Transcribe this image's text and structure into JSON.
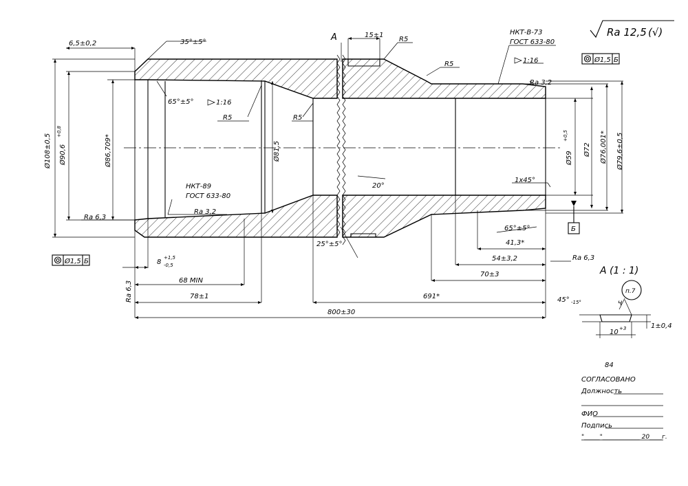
{
  "drawing": {
    "roughness_general": "Ra 12,5",
    "roughness_general_suffix": "(√)",
    "section_mark": "A",
    "detail_title": "A (1 : 1)",
    "item_balloon": "п.7",
    "page_number": "84",
    "colors": {
      "ink": "#000000",
      "paper": "#ffffff"
    }
  },
  "callouts": {
    "thread_right_line1": "НКТ-В-73",
    "thread_right_line2": "ГОСТ 633-80",
    "thread_left_line1": "НКТ-89",
    "thread_left_line2": "ГОСТ 633-80",
    "r5_top": "R5",
    "r5_upper": "R5",
    "r5_left": "R5",
    "r5_mid": "R5",
    "taper_top": "1:16",
    "taper_left": "1:16",
    "angle_35": "35°±5°",
    "angle_65_left": "65°±5°",
    "angle_65_right": "65°±5°",
    "angle_20": "20°",
    "angle_25": "25°±5°",
    "chamfer": "1x45°",
    "ra32_top": "Ra 3,2",
    "ra32_left": "Ra 3,2",
    "ra63_left": "Ra 6,3",
    "ra63_right": "Ra 6,3",
    "ra63_vertical": "Ra 6,3",
    "datum_b": "Б",
    "tol_left_value": "Ø1,5",
    "tol_left_datum": "Б",
    "tol_right_value": "Ø1,5",
    "tol_right_datum": "Б"
  },
  "dimensions": {
    "d_6_5": "6,5±0,2",
    "d_15": "15±1",
    "d_108": "Ø108±0,5",
    "d_90_6": "Ø90,6",
    "d_90_6_tol": "+0,8",
    "d_86_709": "Ø86,709*",
    "d_81_5": "Ø81,5",
    "d_59": "Ø59",
    "d_59_tol": "+0,5",
    "d_72": "Ø72",
    "d_76_001": "Ø76,001*",
    "d_79_6": "Ø79,6±0,5",
    "d_8": "8",
    "d_8_tol_up": "+1,5",
    "d_8_tol_dn": "-0,5",
    "d_68": "68 MIN",
    "d_78": "78±1",
    "d_691": "691*",
    "d_800": "800±30",
    "d_41_3": "41,3*",
    "d_54": "54±3,2",
    "d_70": "70±3",
    "detail_45": "45°",
    "detail_45_tol": "-15°",
    "detail_10": "10",
    "detail_10_tol": "+3",
    "detail_1": "1±0,4",
    "detail_ch": "Ч"
  },
  "approval": {
    "heading": "СОГЛАСОВАНО",
    "position_label": "Должность",
    "name_label": "ФИО",
    "signature_label": "Подпись",
    "date_line": "\"_____\"____________ 20____г."
  }
}
